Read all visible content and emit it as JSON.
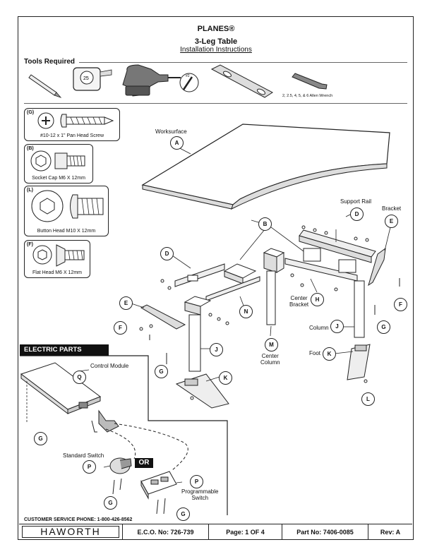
{
  "header": {
    "brand": "PLANES®",
    "product": "3-Leg Table",
    "subtitle": "Installation Instructions"
  },
  "tools": {
    "label": "Tools Required",
    "screwdriver_tip": "#2",
    "allen_caption": "2, 2.5, 4, 5, & 6 Allen Wrench",
    "icons": [
      "pencil-icon",
      "tape-measure-icon",
      "drill-icon",
      "level-icon",
      "allen-wrench-icon"
    ]
  },
  "hardware": [
    {
      "tag": "(G)",
      "caption": "#10-12 x 1\" Pan Head Screw"
    },
    {
      "tag": "(B)",
      "caption": "Socket Cap M6 X 12mm"
    },
    {
      "tag": "(L)",
      "caption": "Button Head M10 X 12mm"
    },
    {
      "tag": "(F)",
      "caption": "Flat Head M6 X 12mm"
    }
  ],
  "parts": {
    "worksurface": "Worksurface",
    "support_rail": "Support Rail",
    "bracket": "Bracket",
    "center_bracket": "Center\nBracket",
    "column": "Column",
    "center_column": "Center\nColumn",
    "foot": "Foot",
    "control_module": "Control Module",
    "standard_switch": "Standard Switch",
    "programmable_switch": "Programmable\nSwitch"
  },
  "callouts": {
    "A": "A",
    "B": "B",
    "D": "D",
    "E": "E",
    "F": "F",
    "G": "G",
    "H": "H",
    "J": "J",
    "K": "K",
    "L": "L",
    "M": "M",
    "N": "N",
    "P": "P",
    "Q": "Q"
  },
  "electric_parts_label": "ELECTRIC PARTS",
  "or_label": "OR",
  "footer": {
    "phone": "CUSTOMER SERVICE PHONE: 1-800-426-8562",
    "logo": "HAWORTH",
    "eco": "E.C.O. No: 726-739",
    "page": "Page:  1 OF 4",
    "part_no": "Part No:  7406-0085",
    "rev": "Rev:  A"
  }
}
